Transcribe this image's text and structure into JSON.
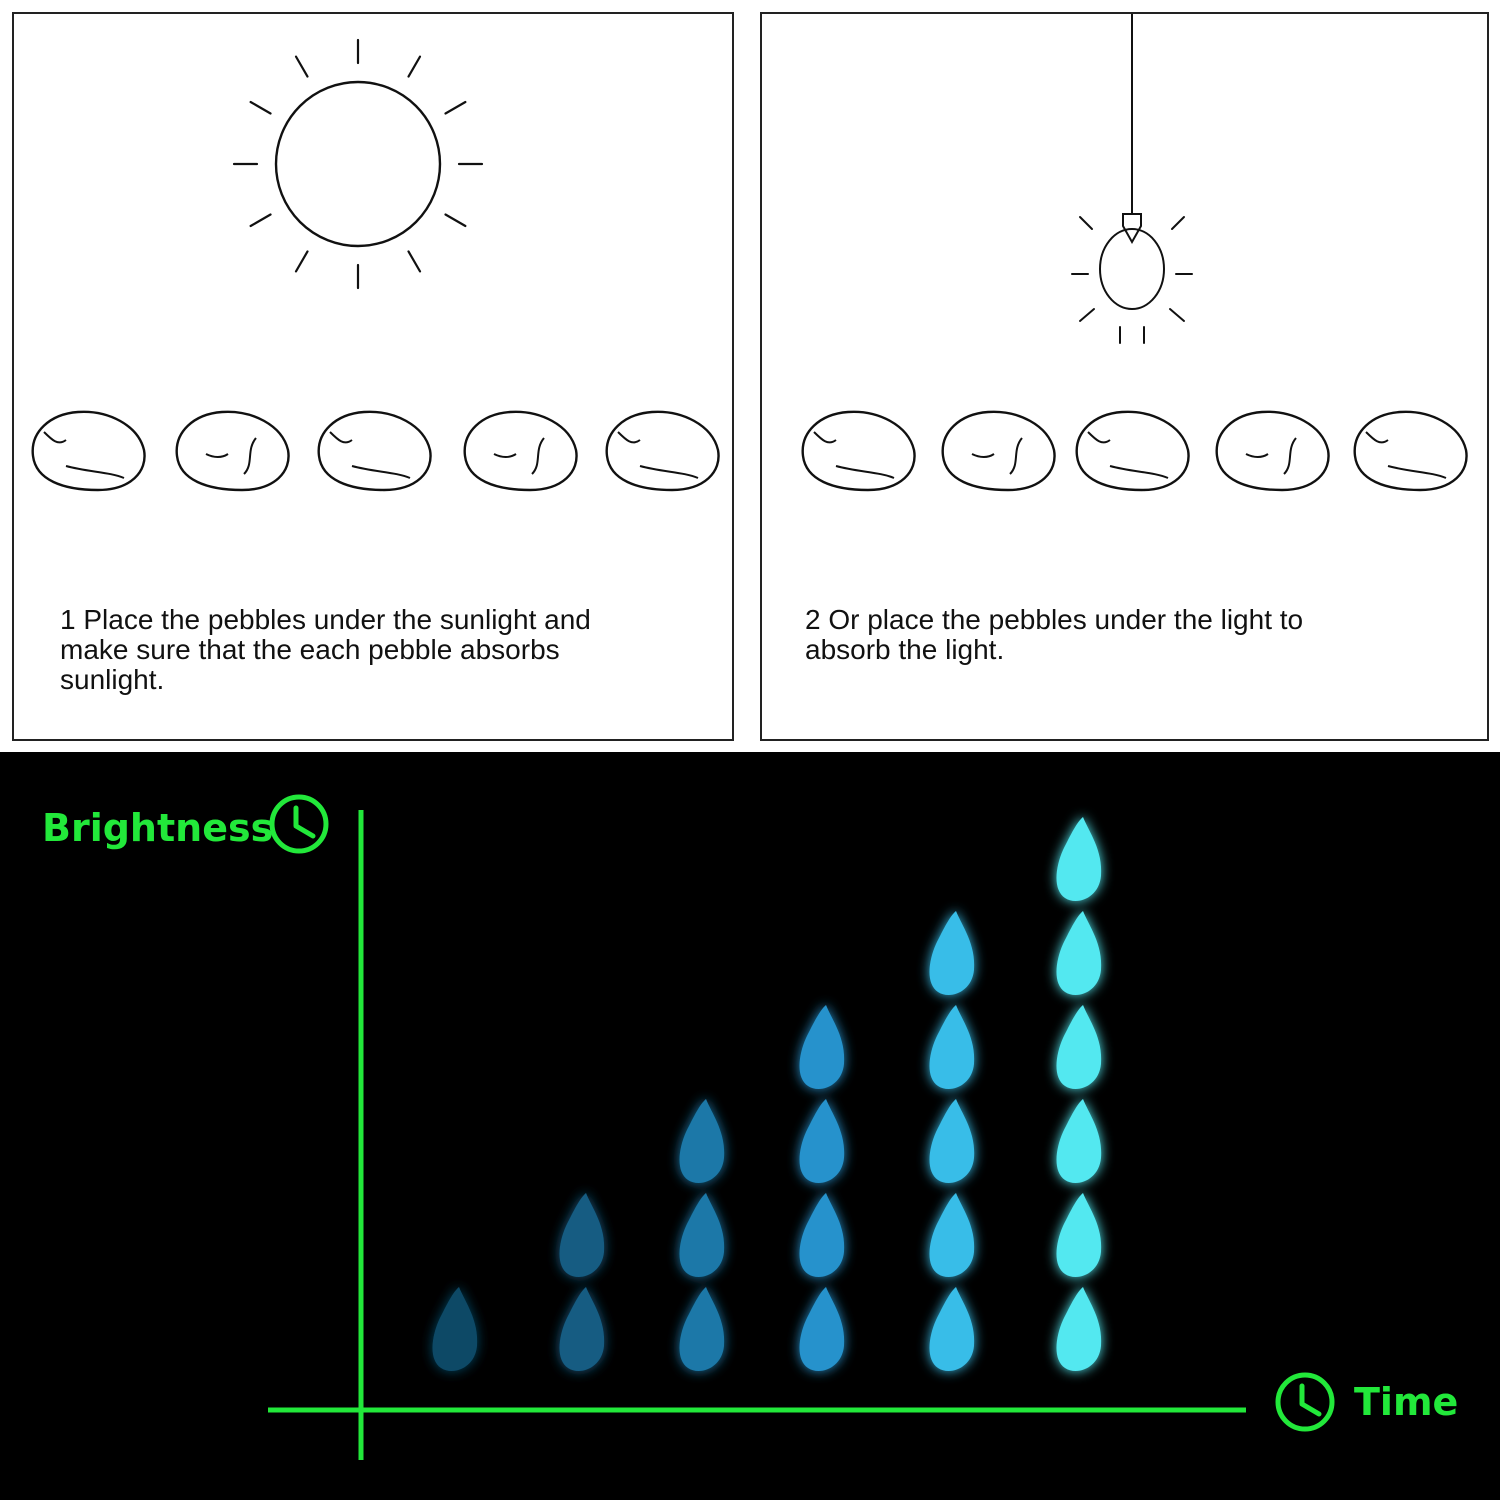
{
  "steps": [
    {
      "caption": "1 Place the pebbles under the sunlight and\nmake sure that the each pebble absorbs\nsunlight.",
      "light_source": "sun-icon",
      "pebble_count": 5
    },
    {
      "caption": "2 Or place the pebbles under the light to\nabsorb the light.",
      "light_source": "light-bulb-icon",
      "pebble_count": 5
    }
  ],
  "chart": {
    "y_label": "Brightness",
    "x_label": "Time",
    "axis_icon": "clock-icon",
    "column_heights": [
      1,
      2,
      3,
      4,
      5,
      6
    ],
    "column_colors": [
      "#0f4866",
      "#135b82",
      "#1a78a8",
      "#2592cc",
      "#39bde8",
      "#52e8f0"
    ],
    "axis_color": "#22e83a",
    "background_color": "#000000"
  }
}
